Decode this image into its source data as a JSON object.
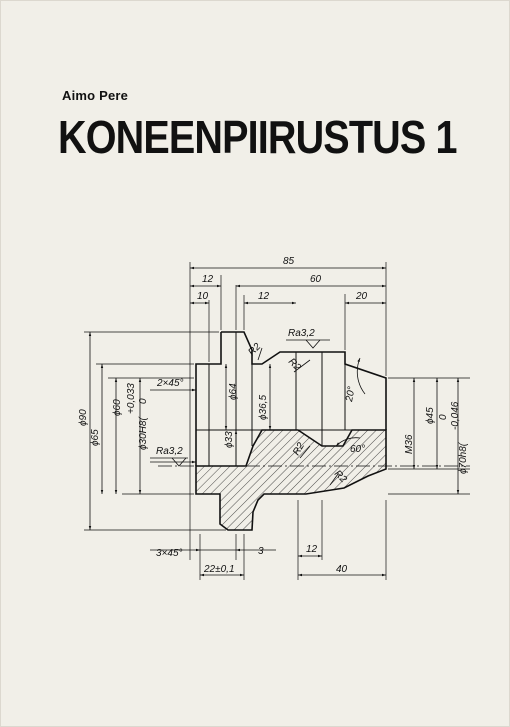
{
  "cover": {
    "author": "Aimo Pere",
    "title": "KONEENPIIRUSTUS 1"
  },
  "drawing": {
    "dim_85": "85",
    "dim_12_top": "12",
    "dim_60": "60",
    "dim_10": "10",
    "dim_12_mid": "12",
    "dim_20": "20",
    "ra_top": "Ra3,2",
    "r2_a": "R2",
    "r2_b": "R2",
    "r2_c": "R2",
    "r2_d": "R2",
    "chamfer_2x45": "2×45°",
    "angle_20": "20°",
    "angle_60": "60°",
    "phi90": "ϕ90",
    "phi65": "ϕ65",
    "phi60": "ϕ60",
    "phi30": "ϕ30H8(",
    "tol30_upper": "+0,033",
    "tol30_lower": "0",
    "phi64": "ϕ64",
    "phi365": "ϕ36,5",
    "phi33": "ϕ33",
    "ra_left": "Ra3,2",
    "m36": "M36",
    "phi45": "ϕ45",
    "phi70": "ϕ70h8(",
    "tol70_upper": "0",
    "tol70_lower": "-0,046",
    "chamfer_3x45": "3×45°",
    "dim_3": "3",
    "dim_12_bottom": "12",
    "dim_22": "22±0,1",
    "dim_40": "40"
  }
}
